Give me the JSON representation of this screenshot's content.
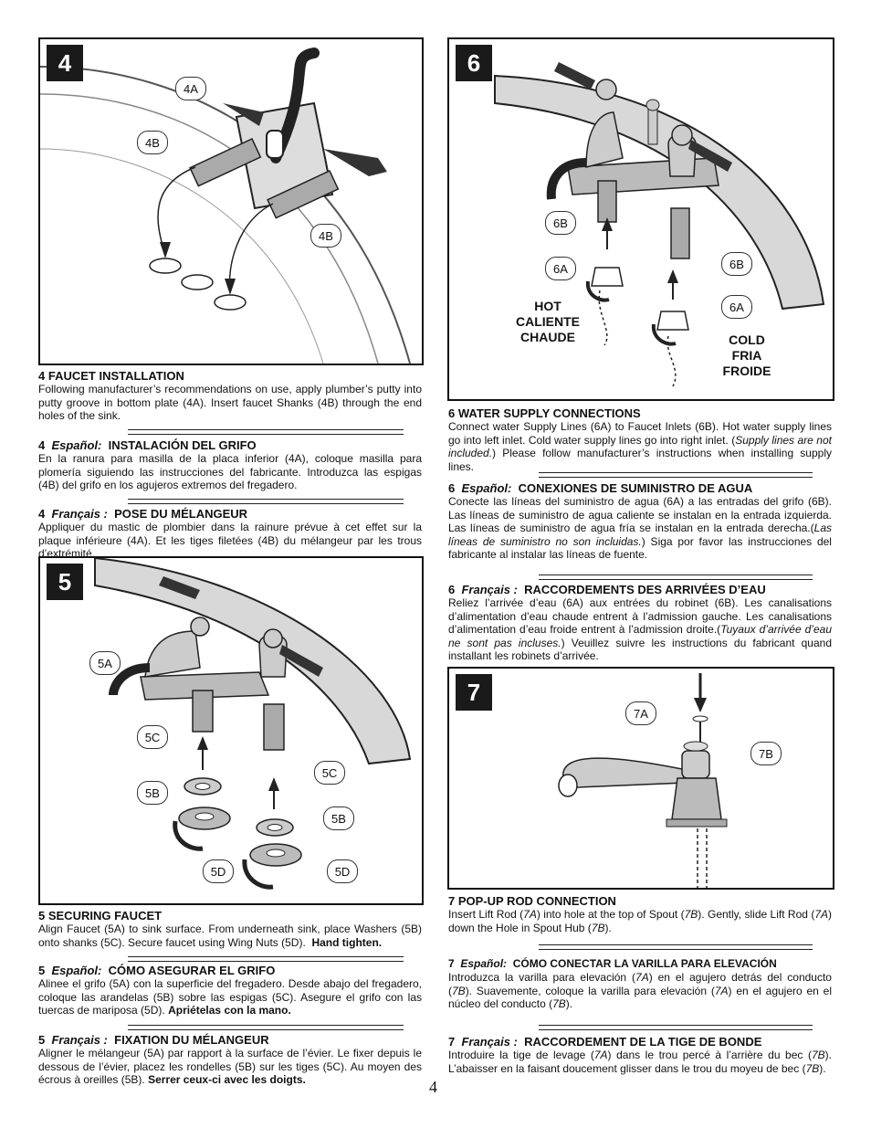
{
  "step4": {
    "number": "4",
    "callouts": {
      "a": "4A",
      "b1": "4B",
      "b2": "4B"
    },
    "en_title": "4  FAUCET INSTALLATION",
    "en_text": "Following manufacturer’s recommendations on use, apply plumber’s putty into putty groove in bottom plate (4A).  Insert faucet Shanks (4B) through the end holes of the sink.",
    "es_num": "4",
    "es_lang": "Español:",
    "es_title": "INSTALACIÓN DEL GRIFO",
    "es_text": "En la ranura para masilla de la placa inferior (4A), coloque masilla para plomería siguiendo las instrucciones del fabricante.  Introduzca las espigas (4B) del grifo en los agujeros extremos del fregadero.",
    "fr_num": "4",
    "fr_lang": "Français :",
    "fr_title": "POSE DU MÉLANGEUR",
    "fr_text": "Appliquer du mastic de plombier dans la rainure prévue à cet effet sur la plaque inférieure (4A).  Et les tiges filetées (4B) du mélangeur par les trous d’extrémité."
  },
  "step5": {
    "number": "5",
    "callouts": {
      "a": "5A",
      "c1": "5C",
      "c2": "5C",
      "b1": "5B",
      "b2": "5B",
      "d1": "5D",
      "d2": "5D"
    },
    "en_title": "5  SECURING FAUCET",
    "en_text": "Align Faucet (5A) to sink surface.  From underneath sink, place Washers (5B) onto shanks (5C). Secure faucet using Wing Nuts (5D).",
    "en_bold": "Hand tighten.",
    "es_num": "5",
    "es_lang": "Español:",
    "es_title": "CÓMO ASEGURAR EL GRIFO",
    "es_text": "Alinee el grifo (5A) con la superficie del fregadero. Desde abajo del fregadero, coloque las arandelas (5B) sobre las espigas (5C). Asegure el grifo con las tuercas de mariposa (5D).",
    "es_bold": "Apriételas con la mano.",
    "fr_num": "5",
    "fr_lang": "Français :",
    "fr_title": "FIXATION DU MÉLANGEUR",
    "fr_text": "Aligner le mélangeur (5A) par rapport à la surface de l’évier. Le fixer depuis le dessous de l’évier, placez les rondelles (5B) sur les tiges (5C). Au moyen des écrous à oreilles (5B).",
    "fr_bold": "Serrer ceux-ci avec les doigts."
  },
  "step6": {
    "number": "6",
    "callouts": {
      "b1": "6B",
      "a1": "6A",
      "b2": "6B",
      "a2": "6A"
    },
    "hot_label": [
      "HOT",
      "CALIENTE",
      "CHAUDE"
    ],
    "cold_label": [
      "COLD",
      "FRIA",
      "FROIDE"
    ],
    "en_title": "6  WATER SUPPLY CONNECTIONS",
    "en_text1": "Connect water Supply Lines (6A) to Faucet Inlets (6B). Hot water supply lines go into left inlet. Cold water supply lines go into right inlet. (",
    "en_ital": "Supply lines are not included.",
    "en_text2": ") Please follow manufacturer’s instructions when installing supply lines.",
    "es_num": "6",
    "es_lang": "Español:",
    "es_title": "CONEXIONES DE SUMINISTRO DE AGUA",
    "es_text1": "Conecte las líneas del suministro de agua (6A) a las entradas del grifo (6B).  Las líneas de suministro de agua caliente se instalan en la entrada izquierda. Las líneas de suministro de agua fría se instalan en la entrada derecha.(",
    "es_ital": "Las líneas de suministro no son incluidas.",
    "es_text2": ")  Siga por favor las instrucciones del fabricante al instalar las líneas de fuente.",
    "fr_num": "6",
    "fr_lang": "Français :",
    "fr_title": "RACCORDEMENTS DES ARRIVÉES D’EAU",
    "fr_text1": "Reliez l’arrivée d’eau (6A) aux entrées du robinet (6B). Les canalisations d’alimentation d’eau chaude entrent à l’admission gauche. Les canalisations d’alimentation d’eau froide entrent à l’admission droite.(",
    "fr_ital": "Tuyaux d’arrivée d’eau ne sont pas incluses.",
    "fr_text2": ") Veuillez suivre les instructions du fabricant quand installant les robinets d’arrivée."
  },
  "step7": {
    "number": "7",
    "callouts": {
      "a": "7A",
      "b": "7B"
    },
    "en_title": "7  POP-UP ROD CONNECTION",
    "en_t1": "Insert Lift Rod (",
    "en_i1": "7A",
    "en_t2": ") into hole at the top of Spout (",
    "en_i2": "7B",
    "en_t3": ").  Gently, slide Lift Rod (",
    "en_i3": "7A",
    "en_t4": ") down the Hole in Spout Hub (",
    "en_i4": "7B",
    "en_t5": ").",
    "es_num": "7",
    "es_lang": "Español:",
    "es_title": "CÓMO CONECTAR LA VARILLA PARA ELEVACIÓN",
    "es_t1": "Introduzca la varilla para elevación (",
    "es_i1": "7A",
    "es_t2": ") en el agujero detrás del conducto (",
    "es_i2": "7B",
    "es_t3": "). Suavemente, coloque la varilla para elevación (",
    "es_i3": "7A",
    "es_t4": ") en el agujero en el núcleo del conducto (",
    "es_i4": "7B",
    "es_t5": ").",
    "fr_num": "7",
    "fr_lang": "Français :",
    "fr_title": "RACCORDEMENT DE LA TIGE DE BONDE",
    "fr_t1": "Introduire la tige de levage (",
    "fr_i1": "7A",
    "fr_t2": ") dans le trou percé à l’arrière du bec (",
    "fr_i2": "7B",
    "fr_t3": "). L’abaisser en la faisant doucement glisser dans le trou du moyeu de bec (",
    "fr_i3": "7B",
    "fr_t4": ")."
  },
  "page_number": "4"
}
